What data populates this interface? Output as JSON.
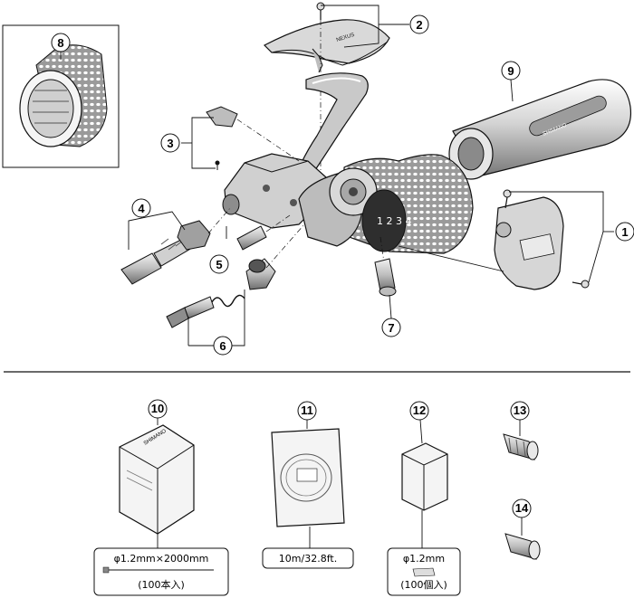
{
  "callouts": [
    {
      "id": "c1",
      "text": "1"
    },
    {
      "id": "c2",
      "text": "2"
    },
    {
      "id": "c3",
      "text": "3"
    },
    {
      "id": "c4",
      "text": "4"
    },
    {
      "id": "c5",
      "text": "5"
    },
    {
      "id": "c6",
      "text": "6"
    },
    {
      "id": "c7",
      "text": "7"
    },
    {
      "id": "c8",
      "text": "8"
    },
    {
      "id": "c9",
      "text": "9"
    },
    {
      "id": "c10",
      "text": "10"
    },
    {
      "id": "c11",
      "text": "11"
    },
    {
      "id": "c12",
      "text": "12"
    },
    {
      "id": "c13",
      "text": "13"
    },
    {
      "id": "c14",
      "text": "14"
    }
  ],
  "part_markings": {
    "top_cover": "NEXUS",
    "grip": "SHIMANO",
    "cable_box": "SHIMANO",
    "dial": "1 2 3 4"
  },
  "captions": {
    "c10_line1": "φ1.2mm×2000mm",
    "c10_line2": "(100本入)",
    "c11_line1": "10m/32.8ft.",
    "c12_line1": "φ1.2mm",
    "c12_line2": "(100個入)"
  },
  "colors": {
    "line": "#111111",
    "shade": "#bdbdbd",
    "dark": "#3a3a3a",
    "light": "#e6e6e6"
  }
}
